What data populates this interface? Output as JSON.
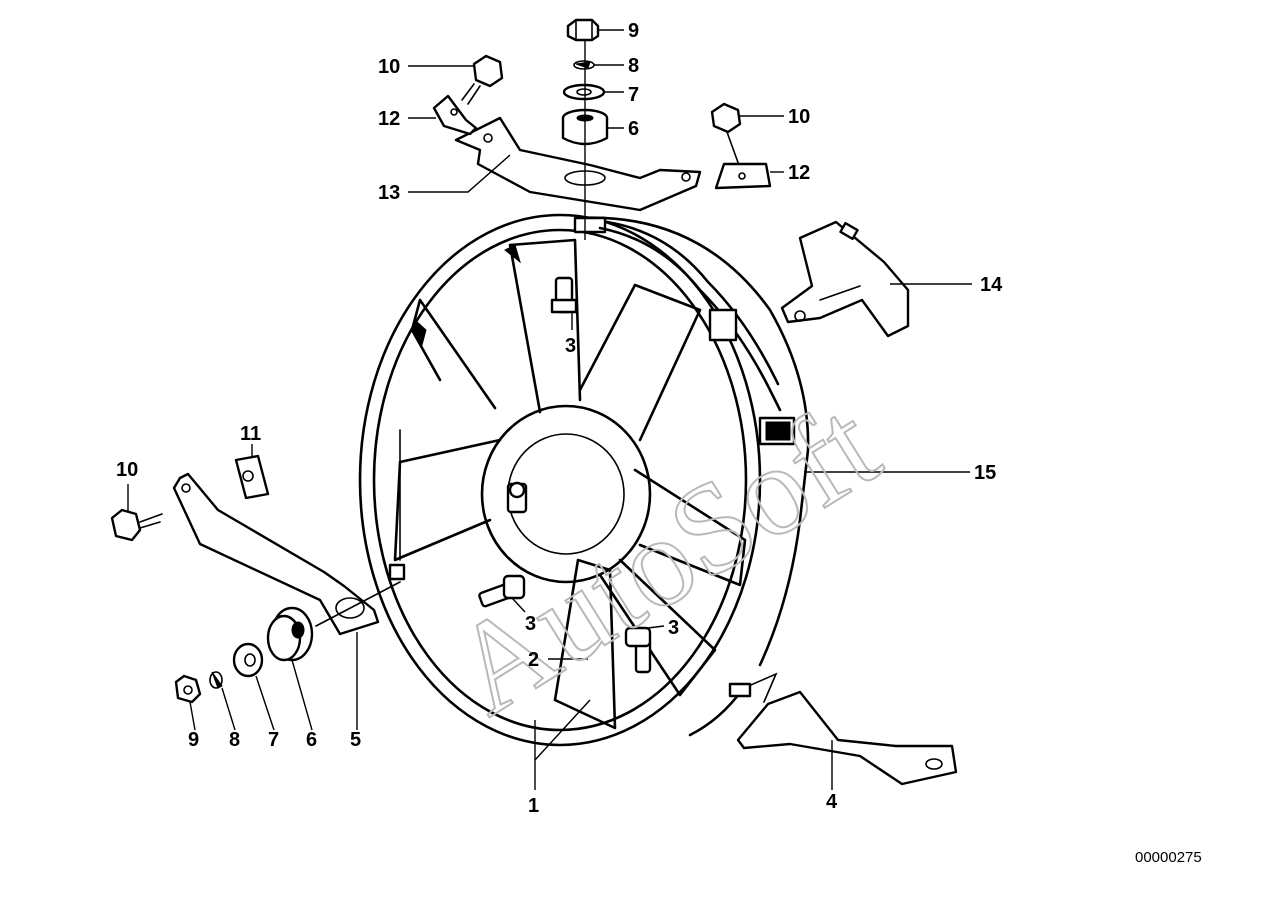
{
  "watermark": "AutoSoft",
  "diagram_code": "00000275",
  "callouts": {
    "fan_housing": "1",
    "fan_blade": "2",
    "screw_top": "3",
    "screw_middle": "3",
    "screw_right": "3",
    "bracket_bottom": "4",
    "bracket_left": "5",
    "grommet_top": "6",
    "grommet_left": "6",
    "washer_top": "7",
    "washer_left": "7",
    "spring_washer_top": "8",
    "spring_washer_left": "8",
    "nut_top": "9",
    "nut_left": "9",
    "bolt_top_left": "10",
    "bolt_top_right": "10",
    "bolt_left": "10",
    "clip_nut": "11",
    "clip_top_left": "12",
    "clip_top_right": "12",
    "bracket_top": "13",
    "connector": "14",
    "cable_harness": "15"
  },
  "colors": {
    "ink": "#000000",
    "paper": "#ffffff",
    "watermark": "#b9b9b9"
  }
}
